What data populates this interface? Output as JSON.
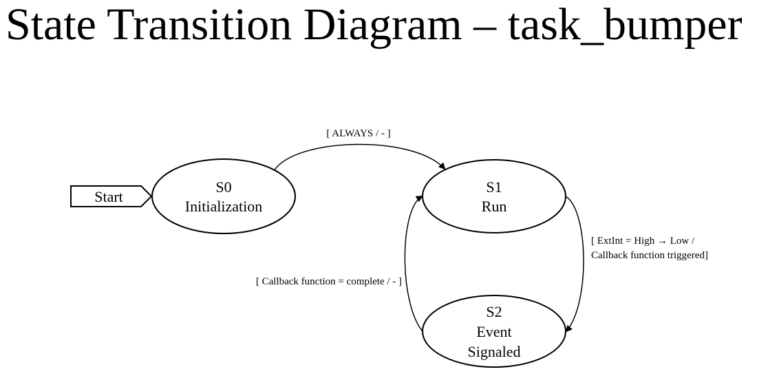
{
  "title": "State Transition Diagram – task_bumper",
  "start_marker": {
    "label": "Start"
  },
  "states": [
    {
      "id": "S0",
      "name": "Initialization"
    },
    {
      "id": "S1",
      "name": "Run"
    },
    {
      "id": "S2",
      "name_lines": [
        "Event",
        "Signaled"
      ]
    }
  ],
  "transitions": [
    {
      "from": "S0",
      "to": "S1",
      "label": "[ ALWAYS / - ]"
    },
    {
      "from": "S1",
      "to": "S2",
      "label_lines": [
        "[   ExtInt = High → Low  /",
        "Callback function triggered]"
      ]
    },
    {
      "from": "S2",
      "to": "S1",
      "label": "[ Callback function  = complete / - ]"
    }
  ]
}
